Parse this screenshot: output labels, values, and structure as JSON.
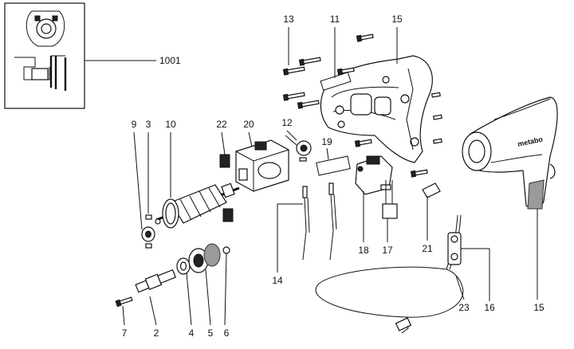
{
  "callouts": [
    {
      "id": "1001",
      "text": "1001"
    },
    {
      "id": "13",
      "text": "13"
    },
    {
      "id": "11",
      "text": "11"
    },
    {
      "id": "15a",
      "text": "15"
    },
    {
      "id": "9",
      "text": "9"
    },
    {
      "id": "3",
      "text": "3"
    },
    {
      "id": "10",
      "text": "10"
    },
    {
      "id": "22",
      "text": "22"
    },
    {
      "id": "20",
      "text": "20"
    },
    {
      "id": "12",
      "text": "12"
    },
    {
      "id": "19",
      "text": "19"
    },
    {
      "id": "14",
      "text": "14"
    },
    {
      "id": "18",
      "text": "18"
    },
    {
      "id": "17",
      "text": "17"
    },
    {
      "id": "21",
      "text": "21"
    },
    {
      "id": "16",
      "text": "16"
    },
    {
      "id": "15b",
      "text": "15"
    },
    {
      "id": "23",
      "text": "23"
    },
    {
      "id": "7",
      "text": "7"
    },
    {
      "id": "2",
      "text": "2"
    },
    {
      "id": "4",
      "text": "4"
    },
    {
      "id": "5",
      "text": "5"
    },
    {
      "id": "6",
      "text": "6"
    }
  ],
  "brand_mark": "metabo",
  "colors": {
    "line": "#111111",
    "fill": "#ffffff",
    "shade": "#9a9a9a"
  }
}
